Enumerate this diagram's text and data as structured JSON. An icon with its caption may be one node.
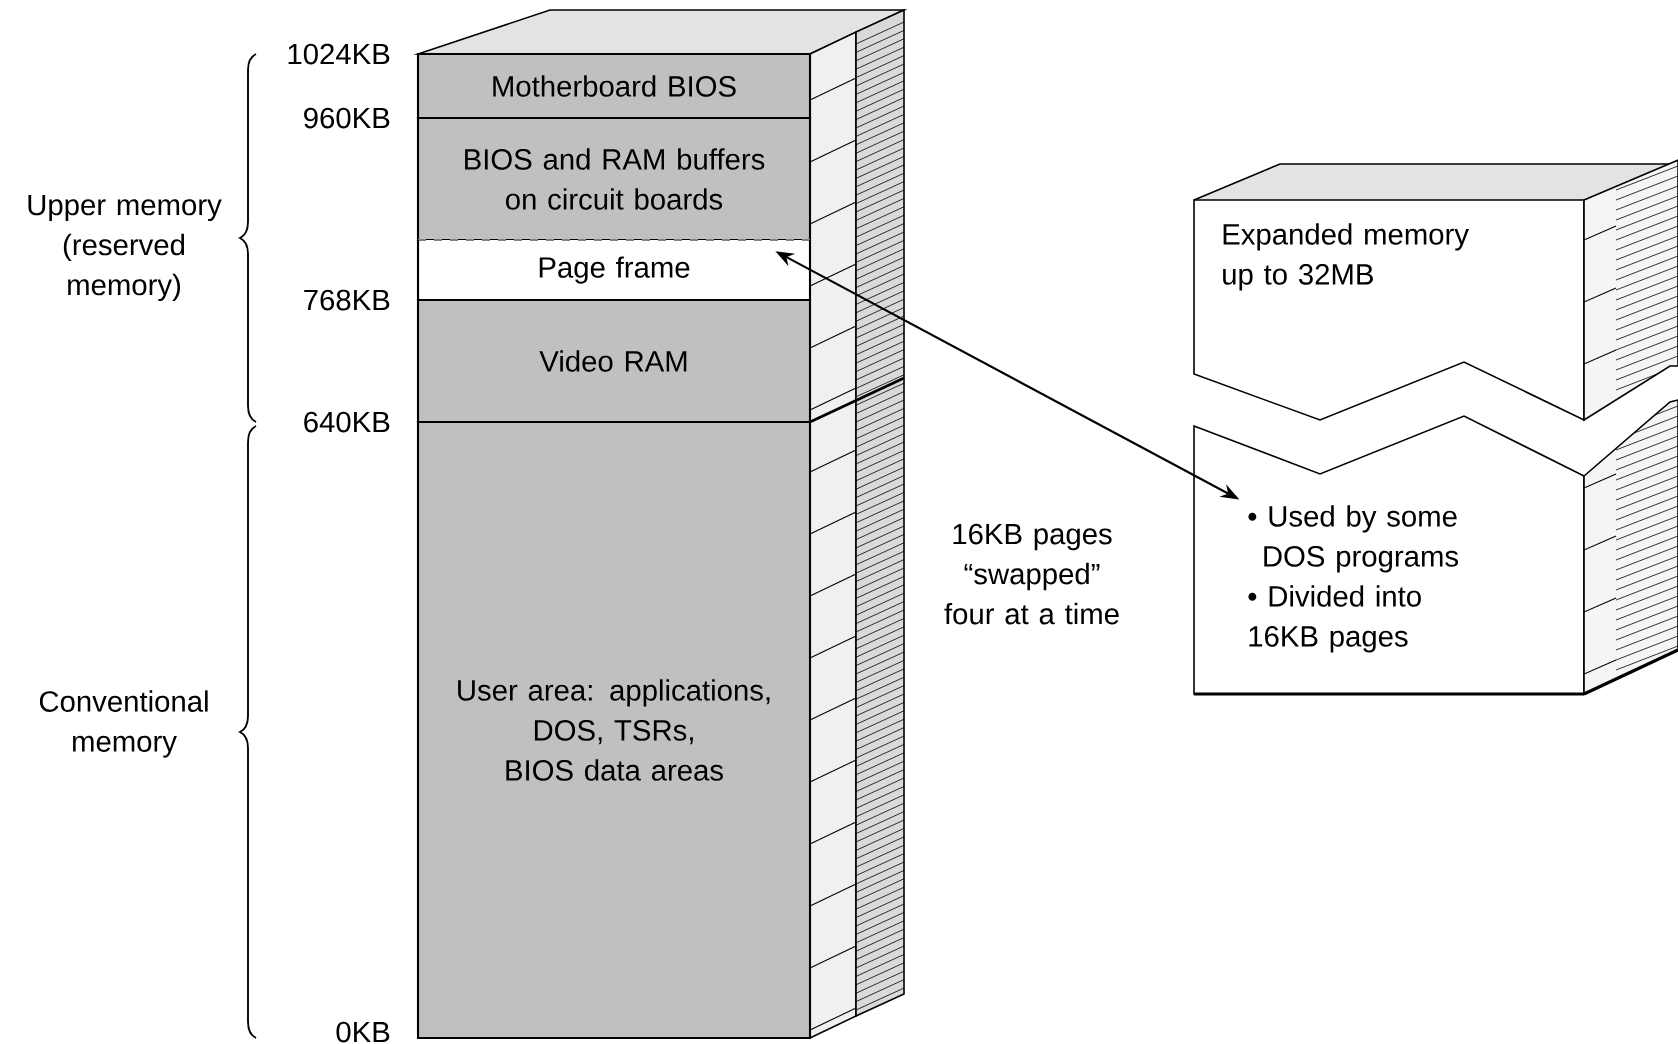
{
  "diagram": {
    "nodes": [
      {
        "text": [
          "Motherboard BIOS"
        ]
      },
      {
        "text": [
          "BIOS and RAM buffers on circuit boards"
        ]
      },
      {
        "text": [
          "Page frame"
        ]
      },
      {
        "text": [
          "Video RAM"
        ]
      },
      {
        "text": [
          "User area: applications, DOS, TSRs, BIOS data areas"
        ]
      },
      {
        "text": [
          "Expanded memory up to 32MB"
        ]
      },
      {
        "text": [
          "• Used by some DOS programs",
          "• Divided into 16KB pages"
        ]
      }
    ],
    "edges": [
      {
        "from": 2,
        "to": 6,
        "arrow": "both",
        "label": "16KB pages “swapped” four at a time"
      }
    ],
    "labels": [
      "1024KB",
      "960KB",
      "Upper memory (reserved memory)",
      "768KB",
      "640KB",
      "Conventional memory",
      "0KB"
    ]
  }
}
